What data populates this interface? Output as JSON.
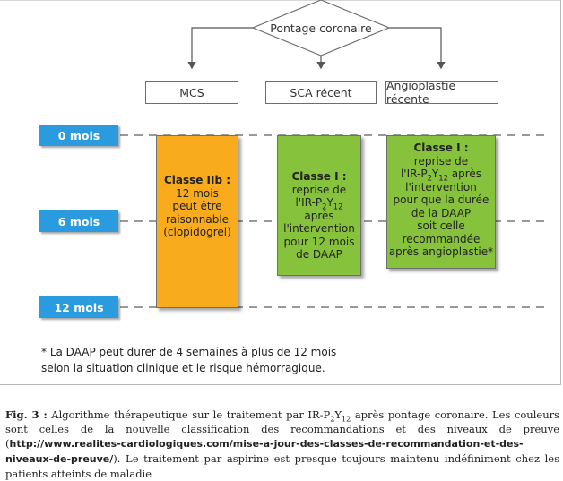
{
  "decision": {
    "label": "Pontage coronaire"
  },
  "options": [
    {
      "label": "MCS"
    },
    {
      "label": "SCA récent"
    },
    {
      "label": "Angioplastie récente"
    }
  ],
  "timeline": [
    {
      "label": "0 mois"
    },
    {
      "label": "6 mois"
    },
    {
      "label": "12 mois"
    }
  ],
  "recommendations": {
    "mcs": {
      "title": "Classe IIb :",
      "lines": [
        "12 mois",
        "peut être",
        "raisonnable",
        "(clopidogrel)"
      ],
      "color": "#f7ab1d"
    },
    "sca": {
      "title": "Classe I :",
      "line1": "reprise de",
      "line2_pre": "l'IR-P",
      "line2_sub1": "2",
      "line2_mid": "Y",
      "line2_sub2": "12",
      "lines_after": [
        "après",
        "l'intervention",
        "pour 12 mois",
        "de DAAP"
      ],
      "color": "#86c23b"
    },
    "angioplastie": {
      "title": "Classe I :",
      "line1": "reprise de",
      "line2_pre": "l'IR-P",
      "line2_sub1": "2",
      "line2_mid": "Y",
      "line2_sub2": "12",
      "line2_post": " après",
      "lines_after": [
        "l'intervention",
        "pour que la durée",
        "de la DAAP",
        "soit celle",
        "recommandée",
        "après angioplastie*"
      ],
      "color": "#86c23b"
    }
  },
  "footnote": {
    "line1": "* La DAAP peut durer de 4 semaines à plus de 12 mois",
    "line2": "selon la situation clinique et le risque hémorragique."
  },
  "caption": {
    "fig_label": "Fig. 3 :",
    "text1": " Algorithme thérapeutique sur le traitement par IR-P",
    "sub1": "2",
    "text2": "Y",
    "sub2": "12",
    "text3": " après pontage coronaire. Les couleurs sont celles de la nouvelle classification des recommandations et des niveaux de preuve (",
    "url": "http://www.realites-cardiologiques.com/mise-a-jour-des-classes-de-recommandation-et-des-niveaux-de-preuve/",
    "text4": "). Le traitement par aspirine est presque toujours maintenu indéfiniment chez les patients atteints de maladie"
  },
  "colors": {
    "timeline_blue": "#2b9be0",
    "orange": "#f7ab1d",
    "green": "#86c23b"
  }
}
